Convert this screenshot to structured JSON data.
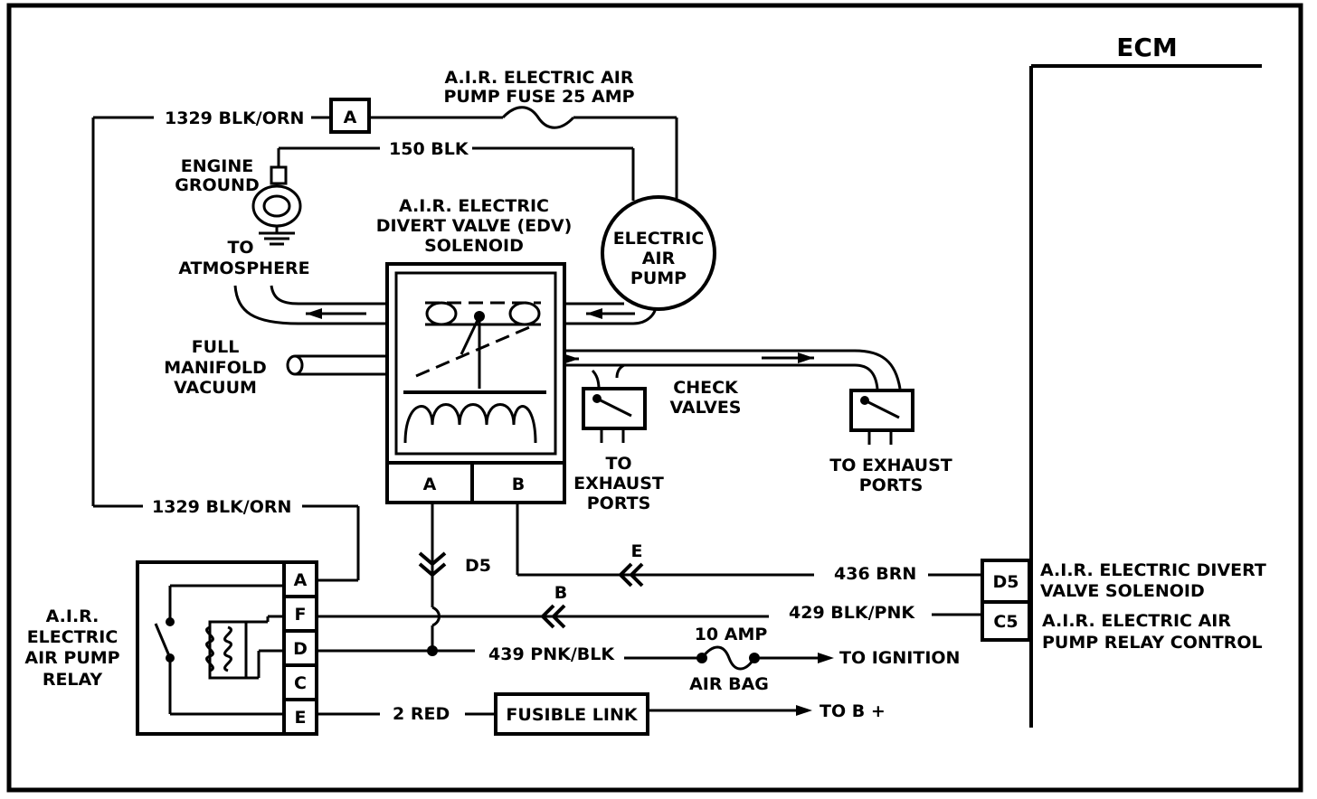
{
  "ecm": {
    "title": "ECM"
  },
  "wires": {
    "w1329_top": "1329 BLK/ORN",
    "w150": "150 BLK",
    "w1329_bot": "1329 BLK/ORN",
    "w436": "436 BRN",
    "w429": "429 BLK/PNK",
    "w439": "439 PNK/BLK",
    "w2red": "2 RED"
  },
  "connectors": {
    "a_top": "A",
    "d5_label": "D5",
    "e_label": "E",
    "b_label": "B"
  },
  "fuse": {
    "line1": "A.I.R. ELECTRIC AIR",
    "line2": "PUMP FUSE 25 AMP"
  },
  "ground": {
    "line1": "ENGINE",
    "line2": "GROUND"
  },
  "atmosphere": {
    "line1": "TO",
    "line2": "ATMOSPHERE"
  },
  "edv": {
    "line1": "A.I.R. ELECTRIC",
    "line2": "DIVERT VALVE (EDV)",
    "line3": "SOLENOID",
    "pin_a": "A",
    "pin_b": "B"
  },
  "pump": {
    "line1": "ELECTRIC",
    "line2": "AIR",
    "line3": "PUMP"
  },
  "vacuum": {
    "line1": "FULL",
    "line2": "MANIFOLD",
    "line3": "VACUUM"
  },
  "check_valves": {
    "line1": "CHECK",
    "line2": "VALVES"
  },
  "exhaust1": {
    "line1": "TO",
    "line2": "EXHAUST",
    "line3": "PORTS"
  },
  "exhaust2": {
    "line1": "TO EXHAUST",
    "line2": "PORTS"
  },
  "relay": {
    "line1": "A.I.R.",
    "line2": "ELECTRIC",
    "line3": "AIR PUMP",
    "line4": "RELAY",
    "pins": [
      "A",
      "F",
      "D",
      "C",
      "E"
    ]
  },
  "ecm_pins": {
    "d5": "D5",
    "c5": "C5",
    "d5_desc1": "A.I.R. ELECTRIC DIVERT",
    "d5_desc2": "VALVE  SOLENOID",
    "c5_desc1": "A.I.R. ELECTRIC AIR",
    "c5_desc2": "PUMP RELAY CONTROL"
  },
  "airbag_fuse": {
    "amp": "10 AMP",
    "label": "AIR BAG"
  },
  "ignition": "TO IGNITION",
  "fusible_link": "FUSIBLE LINK",
  "battery": "TO B +"
}
